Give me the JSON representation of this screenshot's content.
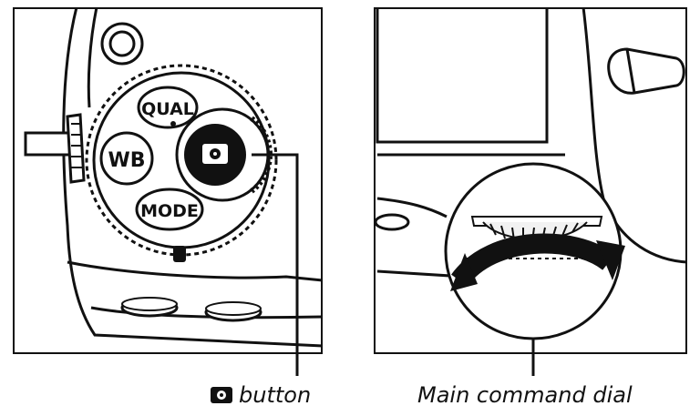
{
  "left_panel": {
    "dial_labels": {
      "qual": "QUAL",
      "wb": "WB",
      "mode": "MODE"
    },
    "callout_icon": "metering-icon",
    "caption": "button"
  },
  "right_panel": {
    "caption": "Main command dial"
  },
  "colors": {
    "line": "#111111",
    "fill_light": "#f2f2f2",
    "fill_dark": "#111111"
  }
}
